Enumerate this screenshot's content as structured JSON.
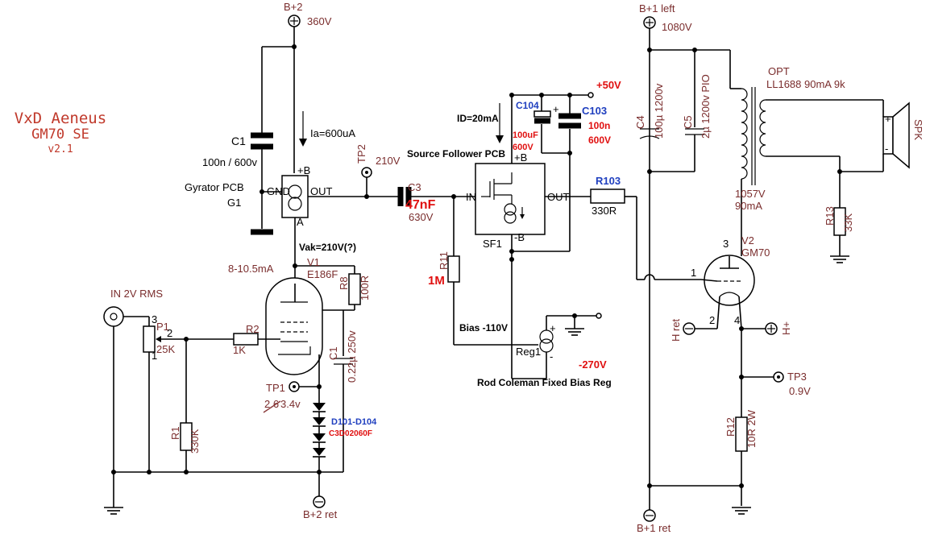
{
  "title": {
    "line1": "VxD Aeneus",
    "line2": "GM70 SE",
    "line3": "v2.1"
  },
  "rails": {
    "b2_label": "B+2",
    "b2_voltage": "360V",
    "b1_label": "B+1 left",
    "b1_voltage": "1080V",
    "b2_ret": "B+2 ret",
    "b1_ret": "B+1 ret"
  },
  "input": {
    "label": "IN 2V RMS"
  },
  "gyrator": {
    "c1_name": "C1",
    "c1_value": "100n / 600v",
    "pcb_label": "Gyrator PCB",
    "ref": "G1",
    "ia": "Ia=600uA",
    "pin_plus": "+B",
    "pin_gnd": "GND",
    "pin_out": "OUT",
    "pin_a": "A",
    "vak": "Vak=210V(?)"
  },
  "tp2": {
    "name": "TP2",
    "voltage": "210V"
  },
  "c3": {
    "name": "C3",
    "value": "47nF",
    "voltage": "630V"
  },
  "sf": {
    "header": "Source Follower PCB",
    "ref": "SF1",
    "pin_in": "IN",
    "pin_out": "OUT",
    "pin_plus": "+B",
    "pin_minus": "-B",
    "id": "ID=20mA"
  },
  "supply": {
    "plus50": "+50V",
    "minus270": "-270V",
    "c104_name": "C104",
    "c104_value1": "100uF",
    "c104_value2": "600V",
    "c103_name": "C103",
    "c103_value1": "100n",
    "c103_value2": "600V"
  },
  "r103": {
    "name": "R103",
    "value": "330R"
  },
  "r11": {
    "name": "R11",
    "value": "1M"
  },
  "bias": {
    "label": "Bias -110V",
    "reg": "Reg1",
    "caption": "Rod Coleman Fixed Bias Reg"
  },
  "v1": {
    "current": "8-10.5mA",
    "ref": "V1",
    "type": "E186F"
  },
  "r8": {
    "name": "R8",
    "value": "100R"
  },
  "c1b": {
    "name": "C1",
    "value": "0.22µ 250v"
  },
  "p1": {
    "name": "P1",
    "value": "25K",
    "pin1": "1",
    "pin2": "2",
    "pin3": "3"
  },
  "r2": {
    "name": "R2",
    "value": "1K"
  },
  "r1": {
    "name": "R1",
    "value": "330K"
  },
  "tp1": {
    "name": "TP1",
    "voltage_old": "2.6",
    "voltage": "3.4v"
  },
  "diodes": {
    "range": "D101-D104",
    "part": "C3D02060F"
  },
  "c4": {
    "name": "C4",
    "value": "100µ 1200v"
  },
  "c5": {
    "name": "C5",
    "value": "2µ 1200v PIO"
  },
  "opt": {
    "name": "OPT",
    "value": "LL1688 90mA 9k"
  },
  "spk": "SPK",
  "v2": {
    "voltage": "1057V",
    "current": "90mA",
    "ref": "V2",
    "type": "GM70",
    "pin1": "1",
    "pin2": "2",
    "pin3": "3",
    "pin4": "4"
  },
  "r13": {
    "name": "R13",
    "value": "33K"
  },
  "heater": {
    "h_ret": "H ret",
    "h_plus": "H+"
  },
  "tp3": {
    "name": "TP3",
    "voltage": "0.9V"
  },
  "r12": {
    "name": "R12",
    "value": "10R 2W"
  },
  "colors": {
    "label": "#7a2d2d",
    "red": "#e01010",
    "blue": "#1f3fbf",
    "title": "#c0392b"
  }
}
